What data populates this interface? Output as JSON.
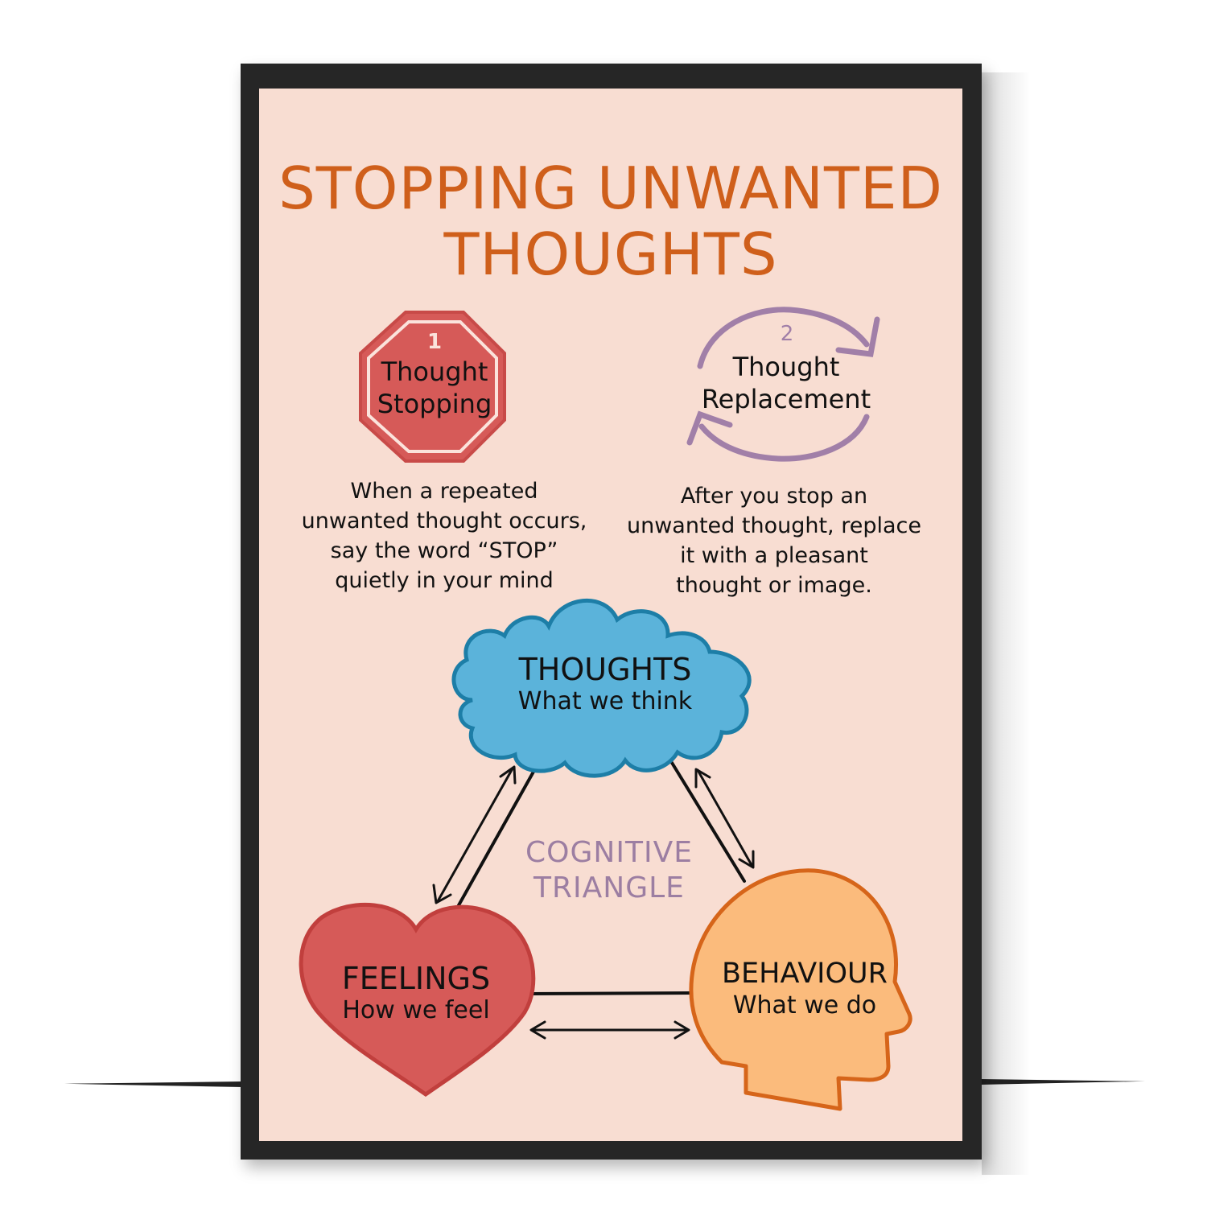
{
  "poster": {
    "title_line1": "STOPPING UNWANTED",
    "title_line2": "THOUGHTS",
    "colors": {
      "background": "#f8ddd2",
      "frame": "#262626",
      "title": "#cf5f1b",
      "stop_sign": "#d65a58",
      "replacement_arrows": "#a17fa8",
      "thoughts_cloud": "#5bb3da",
      "feelings_heart": "#d65a58",
      "behaviour_head": "#fbbb7c",
      "cognitive_label": "#9c7ea2"
    },
    "steps": [
      {
        "number": "1",
        "title_line1": "Thought",
        "title_line2": "Stopping",
        "icon": "stop-sign-icon",
        "description": [
          "When a repeated",
          "unwanted thought occurs,",
          "say the word “STOP”",
          "quietly in your mind"
        ]
      },
      {
        "number": "2",
        "title_line1": "Thought",
        "title_line2": "Replacement",
        "icon": "cycle-arrows-icon",
        "description": [
          "After you stop an",
          "unwanted thought, replace",
          "it with a pleasant",
          "thought or image."
        ]
      }
    ],
    "triangle": {
      "center_label_line1": "COGNITIVE",
      "center_label_line2": "TRIANGLE",
      "nodes": [
        {
          "title": "THOUGHTS",
          "subtitle": "What we think",
          "shape": "cloud-icon"
        },
        {
          "title": "FEELINGS",
          "subtitle": "How we feel",
          "shape": "heart-icon"
        },
        {
          "title": "BEHAVIOUR",
          "subtitle": "What we do",
          "shape": "head-icon"
        }
      ]
    }
  }
}
